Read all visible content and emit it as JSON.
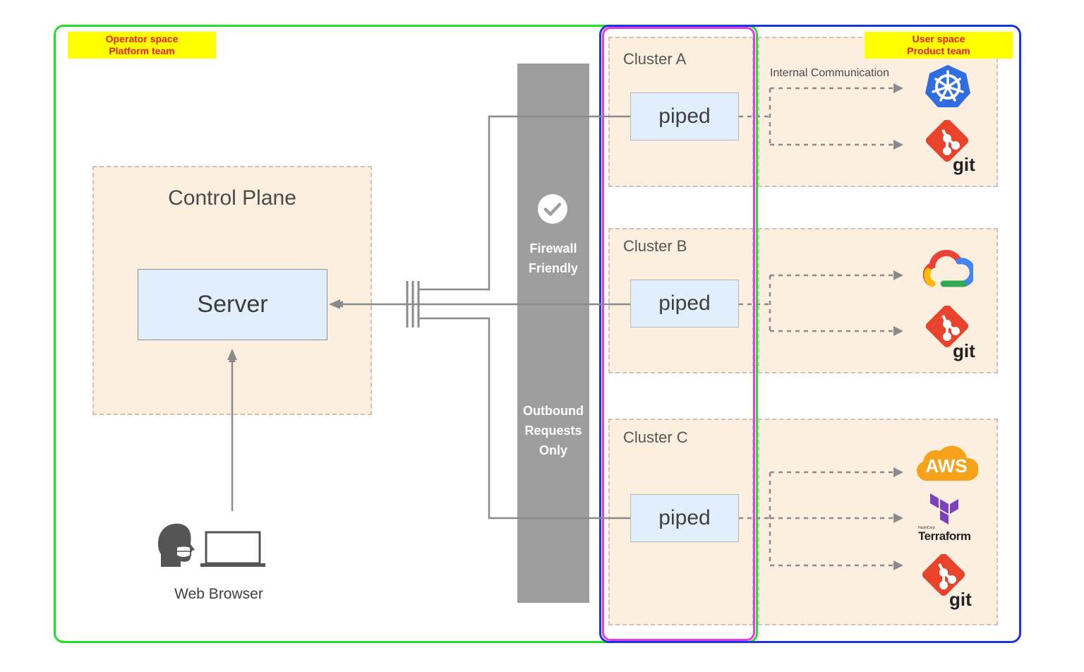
{
  "operator_space": {
    "line1": "Operator space",
    "line2": "Platform team"
  },
  "user_space": {
    "line1": "User space",
    "line2": "Product team"
  },
  "control_plane": {
    "title": "Control Plane",
    "server_label": "Server"
  },
  "web_browser": {
    "label": "Web Browser"
  },
  "firewall": {
    "friendly_line1": "Firewall",
    "friendly_line2": "Friendly",
    "outbound_line1": "Outbound",
    "outbound_line2": "Requests",
    "outbound_line3": "Only"
  },
  "clusters": [
    {
      "name": "Cluster A",
      "agent": "piped"
    },
    {
      "name": "Cluster B",
      "agent": "piped"
    },
    {
      "name": "Cluster C",
      "agent": "piped"
    }
  ],
  "internal_communication": "Internal Communication",
  "logos": {
    "git": "git",
    "aws": "AWS",
    "terraform": "Terraform",
    "terraform_vendor": "HashiCorp"
  },
  "colors": {
    "operator_border": "#22e02a",
    "user_border": "#1d36e0",
    "cluster_highlight": "#e23ce6",
    "label_bg": "#ffff00",
    "label_text": "#e8201a"
  }
}
